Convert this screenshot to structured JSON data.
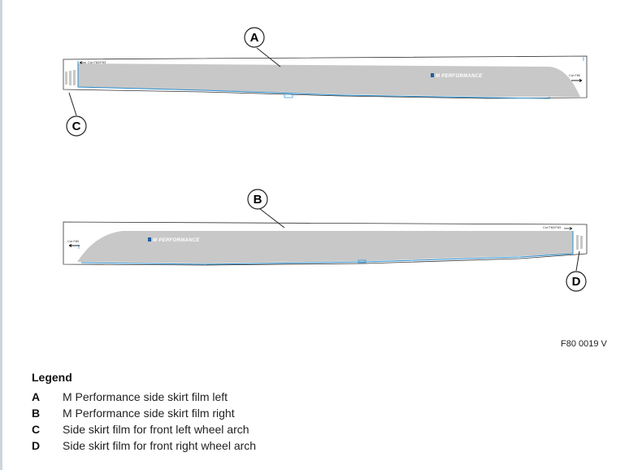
{
  "figure": {
    "code": "F80 0019 V",
    "panel_top": {
      "callout_a": "A",
      "callout_c": "C",
      "brand_text": "M PERFORMANCE",
      "cut_label_left": "Cut F82/F83",
      "cut_label_right": "Cut F80"
    },
    "panel_bottom": {
      "callout_b": "B",
      "callout_d": "D",
      "brand_text": "M PERFORMANCE",
      "cut_label_left": "Cut F80",
      "cut_label_right": "Cut F82/F83"
    },
    "colors": {
      "film_fill": "#c8c8c8",
      "guide_line": "#2a8fd0",
      "outline": "#333333"
    }
  },
  "legend": {
    "title": "Legend",
    "items": [
      {
        "key": "A",
        "text": "M Performance side skirt film left"
      },
      {
        "key": "B",
        "text": "M Performance side skirt film right"
      },
      {
        "key": "C",
        "text": "Side skirt film for front left wheel arch"
      },
      {
        "key": "D",
        "text": "Side skirt film for front right wheel arch"
      }
    ]
  }
}
